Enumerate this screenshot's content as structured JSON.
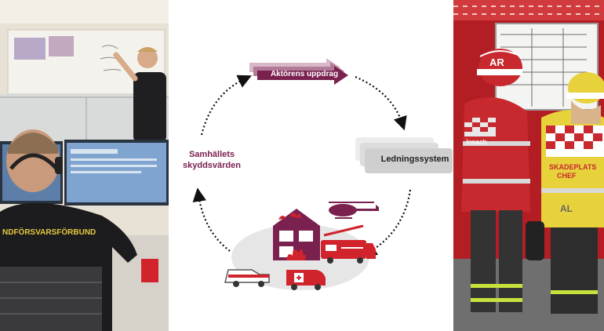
{
  "diagram": {
    "actor_label": "Aktörens uppdrag",
    "system_label": "Ledningssystem",
    "society_label": "Samhällets skyddsvärden"
  },
  "left_photo": {
    "shirt_text": "NDFÖRSVARSFÖRBUND"
  },
  "right_photo": {
    "helmet_text": "AR",
    "vest_left_text": "Insach",
    "vest_right_line1": "SKADEPLATS",
    "vest_right_line2": "CHEF",
    "helmet_right_text": "AL"
  },
  "colors": {
    "accent": "#7a2150",
    "accent_light": "#c89bb2",
    "fire_red": "#d0232c",
    "gray_box": "#cfcfcf"
  }
}
